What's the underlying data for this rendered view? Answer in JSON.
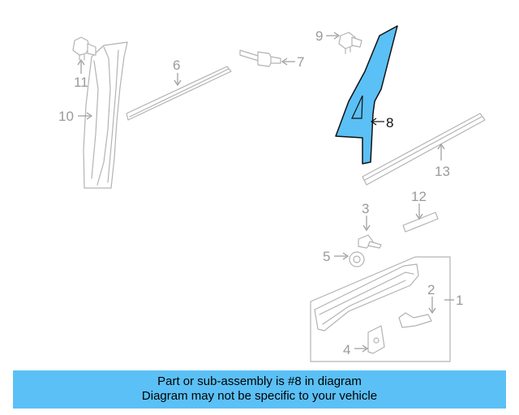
{
  "diagram": {
    "highlight_color": "#5bc0f5",
    "highlighted_part": "8",
    "callouts": {
      "c1": "1",
      "c2": "2",
      "c3": "3",
      "c4": "4",
      "c5": "5",
      "c6": "6",
      "c7": "7",
      "c8": "8",
      "c9": "9",
      "c10": "10",
      "c11": "11",
      "c12": "12",
      "c13": "13"
    }
  },
  "caption": {
    "line1": "Part or sub-assembly is #8 in diagram",
    "line2": "Diagram may not be specific to your vehicle"
  }
}
